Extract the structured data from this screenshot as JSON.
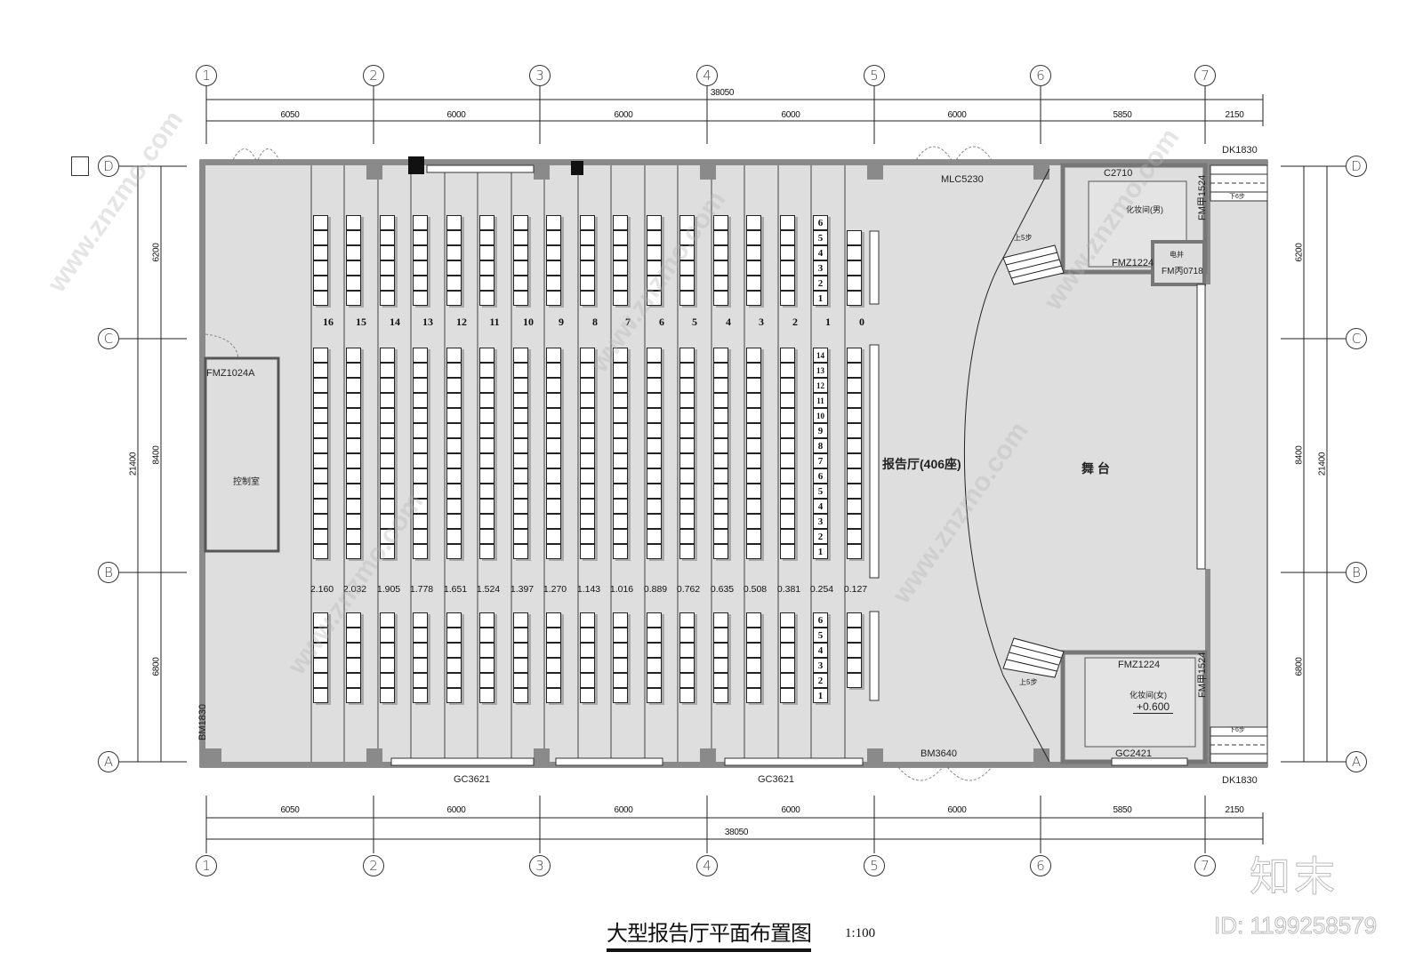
{
  "drawing": {
    "title": "大型报告厅平面布置图",
    "scale": "1:100",
    "hall_label": "报告厅(406座)",
    "stage_label": "舞 台",
    "control_room_label": "控制室",
    "dressing_room_male_label": "化妆间(男)",
    "dressing_room_female_label": "化妆间(女)",
    "shaft_label": "电井",
    "female_room_elevation": "+0.600",
    "stair_label_top": "上5步",
    "stair_label_bottom": "上5步",
    "down_label": "下6步"
  },
  "axes": {
    "columns": [
      "1",
      "2",
      "3",
      "4",
      "5",
      "6",
      "7"
    ],
    "rows": [
      "D",
      "C",
      "B",
      "A"
    ]
  },
  "dimensions": {
    "top_total": "38050",
    "top_segments": [
      "6050",
      "6000",
      "6000",
      "6000",
      "6000",
      "5850",
      "2150"
    ],
    "bottom_total": "38050",
    "bottom_segments": [
      "6050",
      "6000",
      "6000",
      "6000",
      "6000",
      "5850",
      "2150"
    ],
    "left_total": "21400",
    "left_segments": [
      "6200",
      "8400",
      "6800"
    ],
    "right_total": "21400",
    "right_segments": [
      "6200",
      "8400",
      "6800"
    ]
  },
  "openings": {
    "top_door": "MLC5230",
    "male_window": "C2710",
    "male_door": "FMZ1224",
    "shaft_door": "FM丙0718",
    "male_side_door": "FM甲1524",
    "stair_top": "DK1830",
    "stair_bottom": "DK1830",
    "control_door": "FMZ1024A",
    "left_door": "BM1830",
    "bottom_window_1": "GC3621",
    "bottom_window_2": "GC3621",
    "bottom_door": "BM3640",
    "female_door": "FMZ1224",
    "female_side_door": "FM甲1524",
    "female_window": "GC2421"
  },
  "seating": {
    "row_numbers": [
      "16",
      "15",
      "14",
      "13",
      "12",
      "11",
      "10",
      "9",
      "8",
      "7",
      "6",
      "5",
      "4",
      "3",
      "2",
      "1",
      "0"
    ],
    "elevations": [
      "2.160",
      "2.032",
      "1.905",
      "1.778",
      "1.651",
      "1.524",
      "1.397",
      "1.270",
      "1.143",
      "1.016",
      "0.889",
      "0.762",
      "0.635",
      "0.508",
      "0.381",
      "0.254",
      "0.127"
    ],
    "top_block_seats": [
      "6",
      "5",
      "4",
      "3",
      "2",
      "1"
    ],
    "middle_block_seats": [
      "14",
      "13",
      "12",
      "11",
      "10",
      "9",
      "8",
      "7",
      "6",
      "5",
      "4",
      "3",
      "2",
      "1"
    ],
    "bottom_block_seats": [
      "6",
      "5",
      "4",
      "3",
      "2",
      "1"
    ]
  },
  "watermark": {
    "brand": "知末",
    "id_text": "ID: 1199258579",
    "site": "www.znzmo.com"
  },
  "colors": {
    "floor": "#dedede",
    "wall": "#8a8a8a",
    "line": "#222222",
    "seat": "#ffffff"
  }
}
